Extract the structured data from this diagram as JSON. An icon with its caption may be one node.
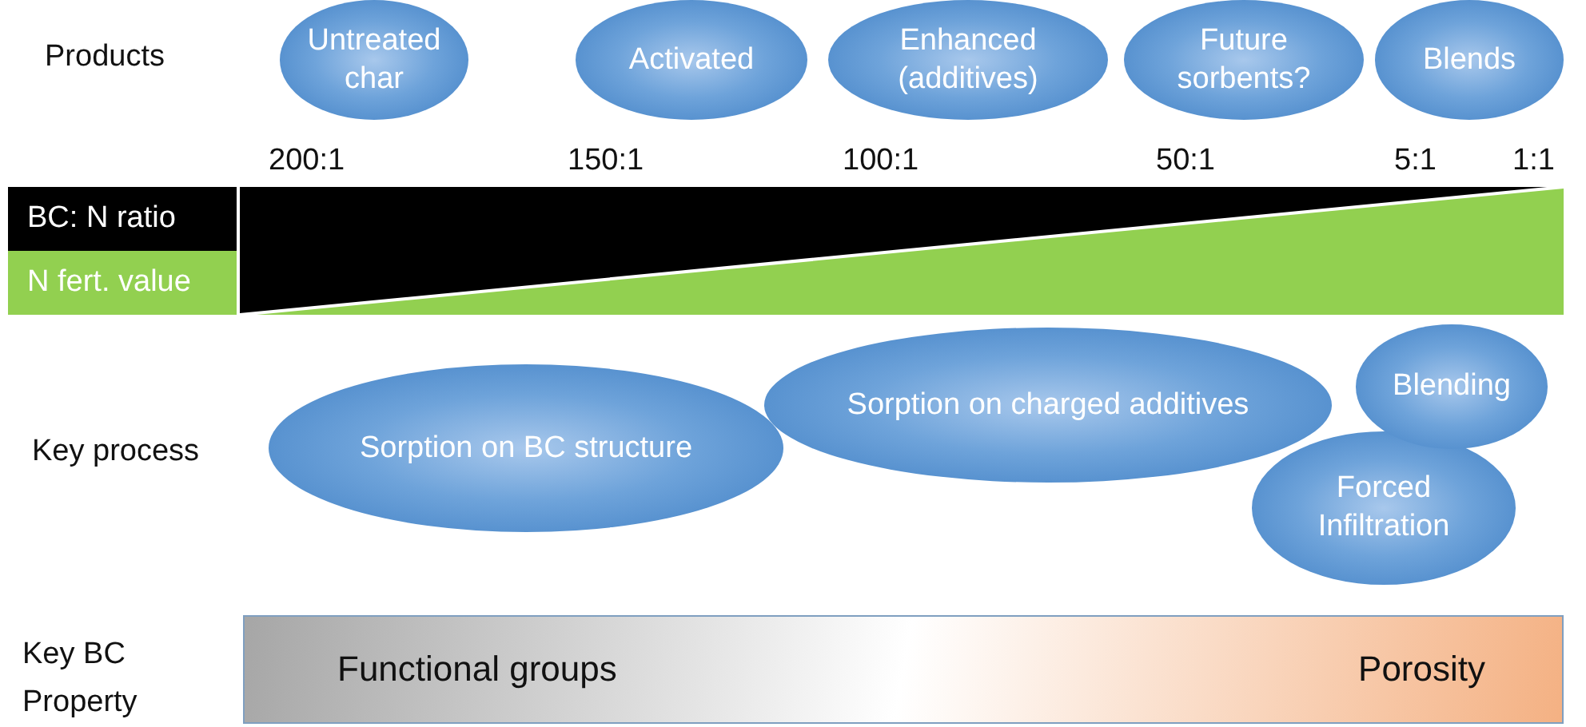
{
  "diagram": {
    "nodes": [
      {
        "text": [
          "Untreated char"
        ]
      },
      {
        "text": [
          "Activated"
        ]
      },
      {
        "text": [
          "Enhanced (additives)"
        ]
      },
      {
        "text": [
          "Future sorbents?"
        ]
      },
      {
        "text": [
          "Blends"
        ]
      },
      {
        "text": [
          "BC: N ratio"
        ]
      },
      {
        "text": [
          "N fert. value"
        ]
      },
      {
        "text": [
          "Sorption on BC structure"
        ]
      },
      {
        "text": [
          "Sorption on charged additives"
        ]
      },
      {
        "text": [
          "Blending"
        ]
      },
      {
        "text": [
          "Forced Infiltration"
        ]
      },
      {
        "text": [
          "Functional groups",
          "Porosity"
        ]
      }
    ],
    "edges": [],
    "labels": [
      "Products",
      "200:1",
      "150:1",
      "100:1",
      "50:1",
      "5:1",
      "1:1",
      "Key process",
      "Key BC Property"
    ]
  }
}
